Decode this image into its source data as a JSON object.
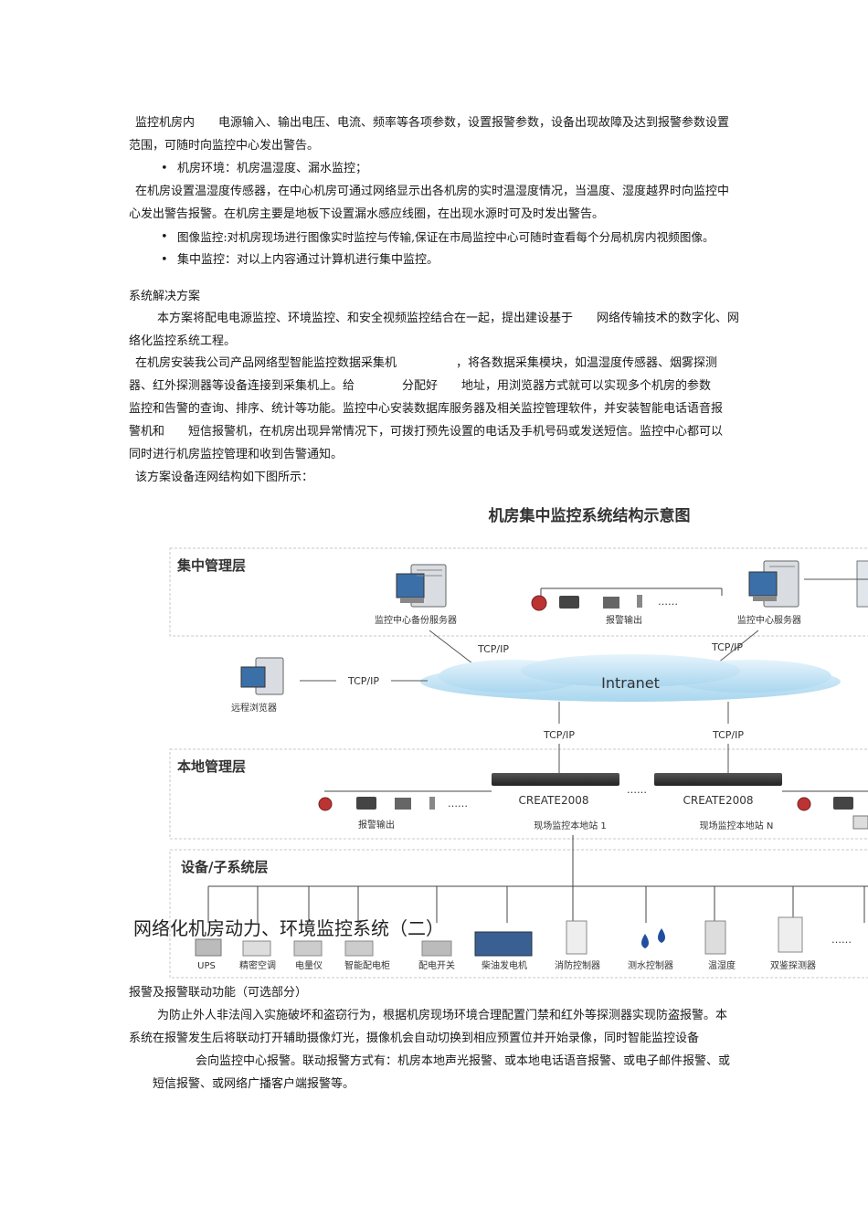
{
  "para1_line1": "监控机房内　　电源输入、输出电压、电流、频率等各项参数，设置报警参数，设备出现故障及达到报警参数设置",
  "para1_line2": "范围，可随时向监控中心发出警告。",
  "bullet_room_env": "机房环境：机房温湿度、漏水监控；",
  "para2_line1": "在机房设置温湿度传感器，在中心机房可通过网络显示出各机房的实时温湿度情况，当温度、湿度越界时向监控中",
  "para2_line2": "心发出警告报警。在机房主要是地板下设置漏水感应线圈，在出现水源时可及时发出警告。",
  "bullet_image": "图像监控:对机房现场进行图像实时监控与传输,保证在市局监控中心可随时查看每个分局机房内视频图像。",
  "bullet_central": "集中监控：对以上内容通过计算机进行集中监控。",
  "section_solution": "系统解决方案",
  "sol_line1": "本方案将配电电源监控、环境监控、和安全视频监控结合在一起，提出建设基于　　网络传输技术的数字化、网",
  "sol_line2": "络化监控系统工程。",
  "sol_line3": "在机房安装我公司产品网络型智能监控数据采集机　　　　　，将各数据采集模块，如温湿度传感器、烟雾探测",
  "sol_line4": "器、红外探测器等设备连接到采集机上。给　　　　分配好　　地址，用浏览器方式就可以实现多个机房的参数",
  "sol_line5": "监控和告警的查询、排序、统计等功能。监控中心安装数据库服务器及相关监控管理软件，并安装智能电话语音报",
  "sol_line6": "警机和　　短信报警机，在机房出现异常情况下，可拨打预先设置的电话及手机号码或发送短信。监控中心都可以",
  "sol_line7": "同时进行机房监控管理和收到告警通知。",
  "sol_line8": "该方案设备连网结构如下图所示：",
  "diagram": {
    "title": "机房集中监控系统结构示意图",
    "layer_central": "集中管理层",
    "layer_local": "本地管理层",
    "layer_device": "设备/子系统层",
    "backup_server": "监控中心备份服务器",
    "alarm_output": "报警输出",
    "center_server": "监控中心服务器",
    "remote_browser": "远程浏览器",
    "tcpip": "TCP/IP",
    "intranet": "Intranet",
    "create_model": "CREATE2008",
    "station_1": "现场监控本地站 1",
    "station_n": "现场监控本地站 N",
    "dots": "……",
    "devices": [
      "UPS",
      "精密空调",
      "电量仪",
      "智能配电柜",
      "配电开关",
      "柴油发电机",
      "消防控制器",
      "测水控制器",
      "温湿度",
      "双鉴探测器"
    ]
  },
  "overlay_title": "网络化机房动力、环境监控系统（二）",
  "section_alarm": "报警及报警联动功能（可选部分）",
  "alarm_line1": "为防止外人非法闯入实施破坏和盗窃行为，根据机房现场环境合理配置门禁和红外等探测器实现防盗报警。本",
  "alarm_line2": "系统在报警发生后将联动打开辅助摄像灯光，摄像机会自动切换到相应预置位并开始录像，同时智能监控设备",
  "alarm_line3": "会向监控中心报警。联动报警方式有：机房本地声光报警、或本地电话语音报警、或电子邮件报警、或",
  "alarm_line4": "短信报警、或网络广播客户端报警等。"
}
